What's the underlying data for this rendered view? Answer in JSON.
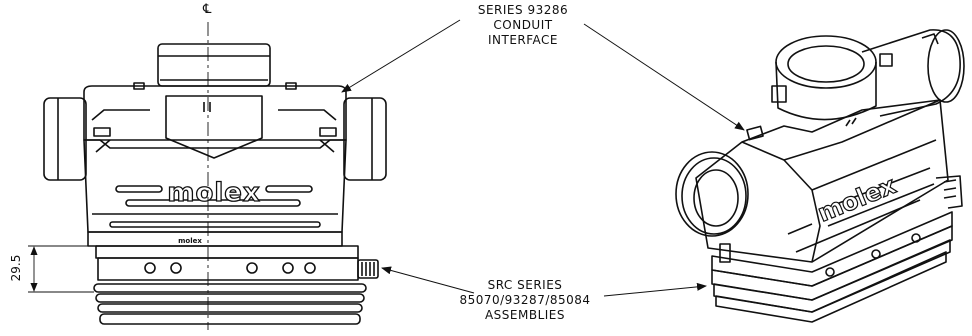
{
  "centerline_symbol": "℄",
  "dimension": {
    "value": "29.5"
  },
  "callouts": {
    "conduit_interface": [
      "SERIES 93286",
      "CONDUIT",
      "INTERFACE"
    ],
    "src_assemblies": [
      "SRC SERIES",
      "85070/93287/85084",
      "ASSEMBLIES"
    ]
  },
  "brand": {
    "logo_text": "molex",
    "small_mark": "molex"
  }
}
